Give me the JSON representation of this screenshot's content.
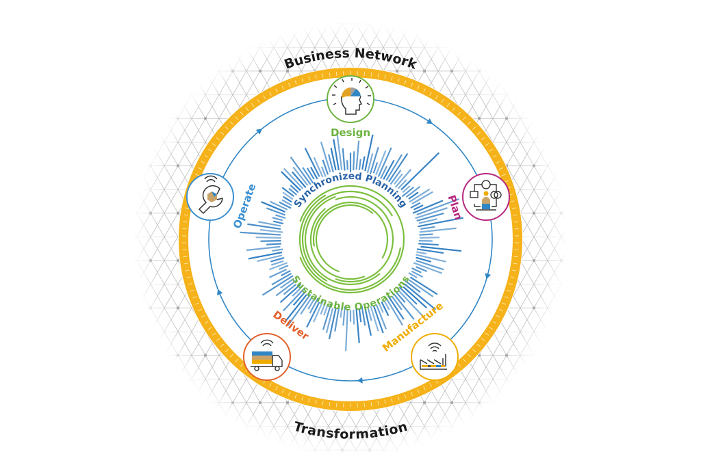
{
  "outer": {
    "top_label": "Business Network",
    "bottom_label": "Transformation"
  },
  "core": {
    "top_label": "Synchronized Planning",
    "bottom_label": "Sustainable Operations"
  },
  "stages": [
    {
      "id": "design",
      "label": "Design",
      "icon": "head-brain-icon",
      "color": "#6cb33f"
    },
    {
      "id": "plan",
      "label": "Plan",
      "icon": "org-chart-person-icon",
      "color": "#b5267e"
    },
    {
      "id": "manufacture",
      "label": "Manufacture",
      "icon": "factory-icon",
      "color": "#f0ab00"
    },
    {
      "id": "deliver",
      "label": "Deliver",
      "icon": "truck-icon",
      "color": "#e35f2a"
    },
    {
      "id": "operate",
      "label": "Operate",
      "icon": "wrench-icon",
      "color": "#3a8fd0"
    }
  ],
  "colors": {
    "ring": "#f5b21a",
    "cycle": "#2f86c5",
    "spikes": "#2f7dc2",
    "core_arcs": "#7cbf3f",
    "grid": "#b8b8b8",
    "text_dark": "#1a1a1a",
    "planning_text": "#2a64a8"
  }
}
